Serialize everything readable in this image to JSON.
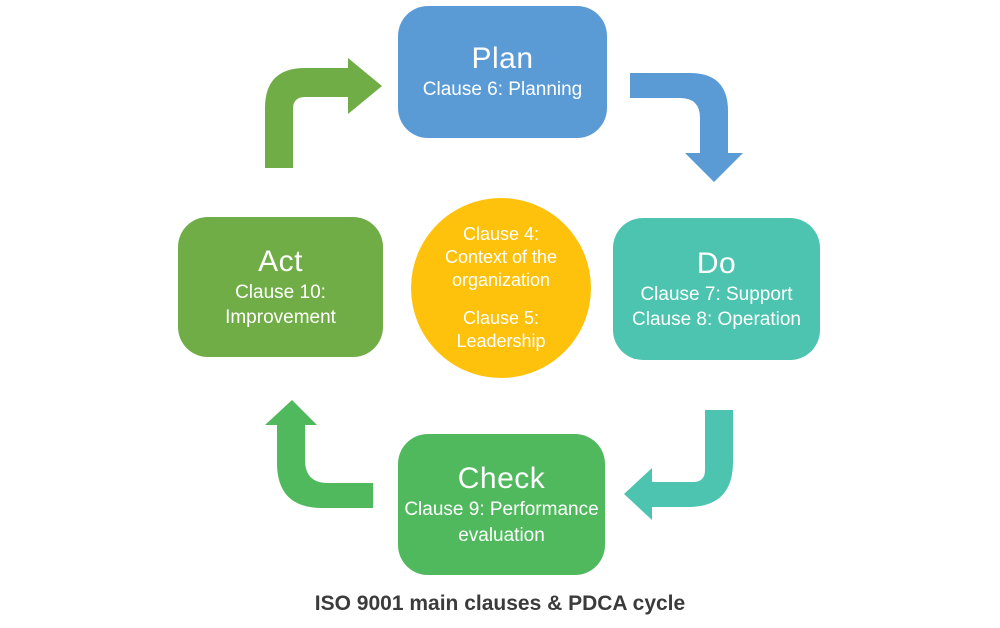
{
  "caption": "ISO 9001 main clauses & PDCA cycle",
  "colors": {
    "plan": "#5B9BD5",
    "do": "#4DC4AF",
    "check": "#50B95E",
    "act": "#70AD47",
    "center": "#FEC20C",
    "caption_text": "#3b3b3b"
  },
  "nodes": {
    "plan": {
      "title": "Plan",
      "lines": [
        "Clause 6: Planning"
      ]
    },
    "do": {
      "title": "Do",
      "lines": [
        "Clause 7: Support",
        "Clause 8: Operation"
      ]
    },
    "check": {
      "title": "Check",
      "lines": [
        "Clause 9: Performance",
        "evaluation"
      ]
    },
    "act": {
      "title": "Act",
      "lines": [
        "Clause 10:",
        "Improvement"
      ]
    },
    "center": {
      "para1": [
        "Clause 4:",
        "Context of the",
        "organization"
      ],
      "para2": [
        "Clause 5:",
        "Leadership"
      ]
    }
  },
  "arrows": [
    {
      "name": "arrow-act-to-plan",
      "direction": "up-then-right"
    },
    {
      "name": "arrow-plan-to-do",
      "direction": "right-then-down"
    },
    {
      "name": "arrow-do-to-check",
      "direction": "down-then-left"
    },
    {
      "name": "arrow-check-to-act",
      "direction": "left-then-up"
    }
  ]
}
